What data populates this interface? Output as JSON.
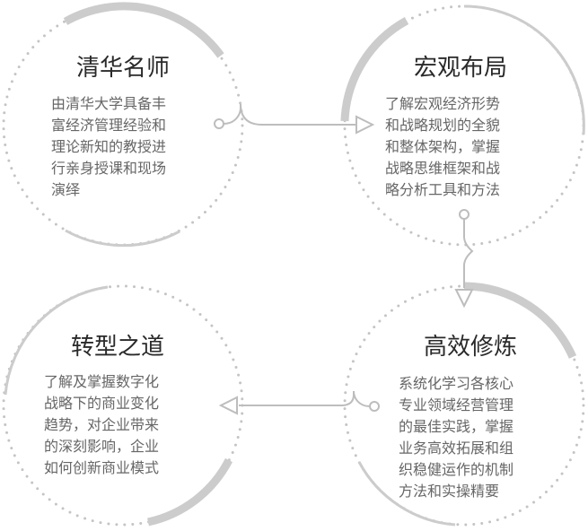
{
  "nodes": [
    {
      "id": "tsinghua-teachers",
      "title": "清华名师",
      "lines": [
        "由清华大学具备丰",
        "富经济管理经验和",
        "理论新知的教授进",
        "行亲身授课和现场",
        "演绎"
      ]
    },
    {
      "id": "macro-view",
      "title": "宏观布局",
      "lines": [
        "了解宏观经济形势",
        "和战略规划的全貌",
        "和整体架构，掌握",
        "战略思维框架和战",
        "略分析工具和方法"
      ]
    },
    {
      "id": "efficient-practice",
      "title": "高效修炼",
      "lines": [
        "系统化学习各核心",
        "专业领域经营管理",
        "的最佳实践，掌握",
        "业务高效拓展和组",
        "织稳健运作的机制",
        "方法和实操精要"
      ]
    },
    {
      "id": "transformation",
      "title": "转型之道",
      "lines": [
        "了解及掌握数字化",
        "战略下的商业变化",
        "趋势，对企业带来",
        "的深刻影响，企业",
        "如何创新商业模式"
      ]
    }
  ],
  "colors": {
    "arc": "#cccccc",
    "dots": "#c4c4c4",
    "connector": "#bdbdbd",
    "title": "#2a2a2a",
    "text": "#666666"
  }
}
